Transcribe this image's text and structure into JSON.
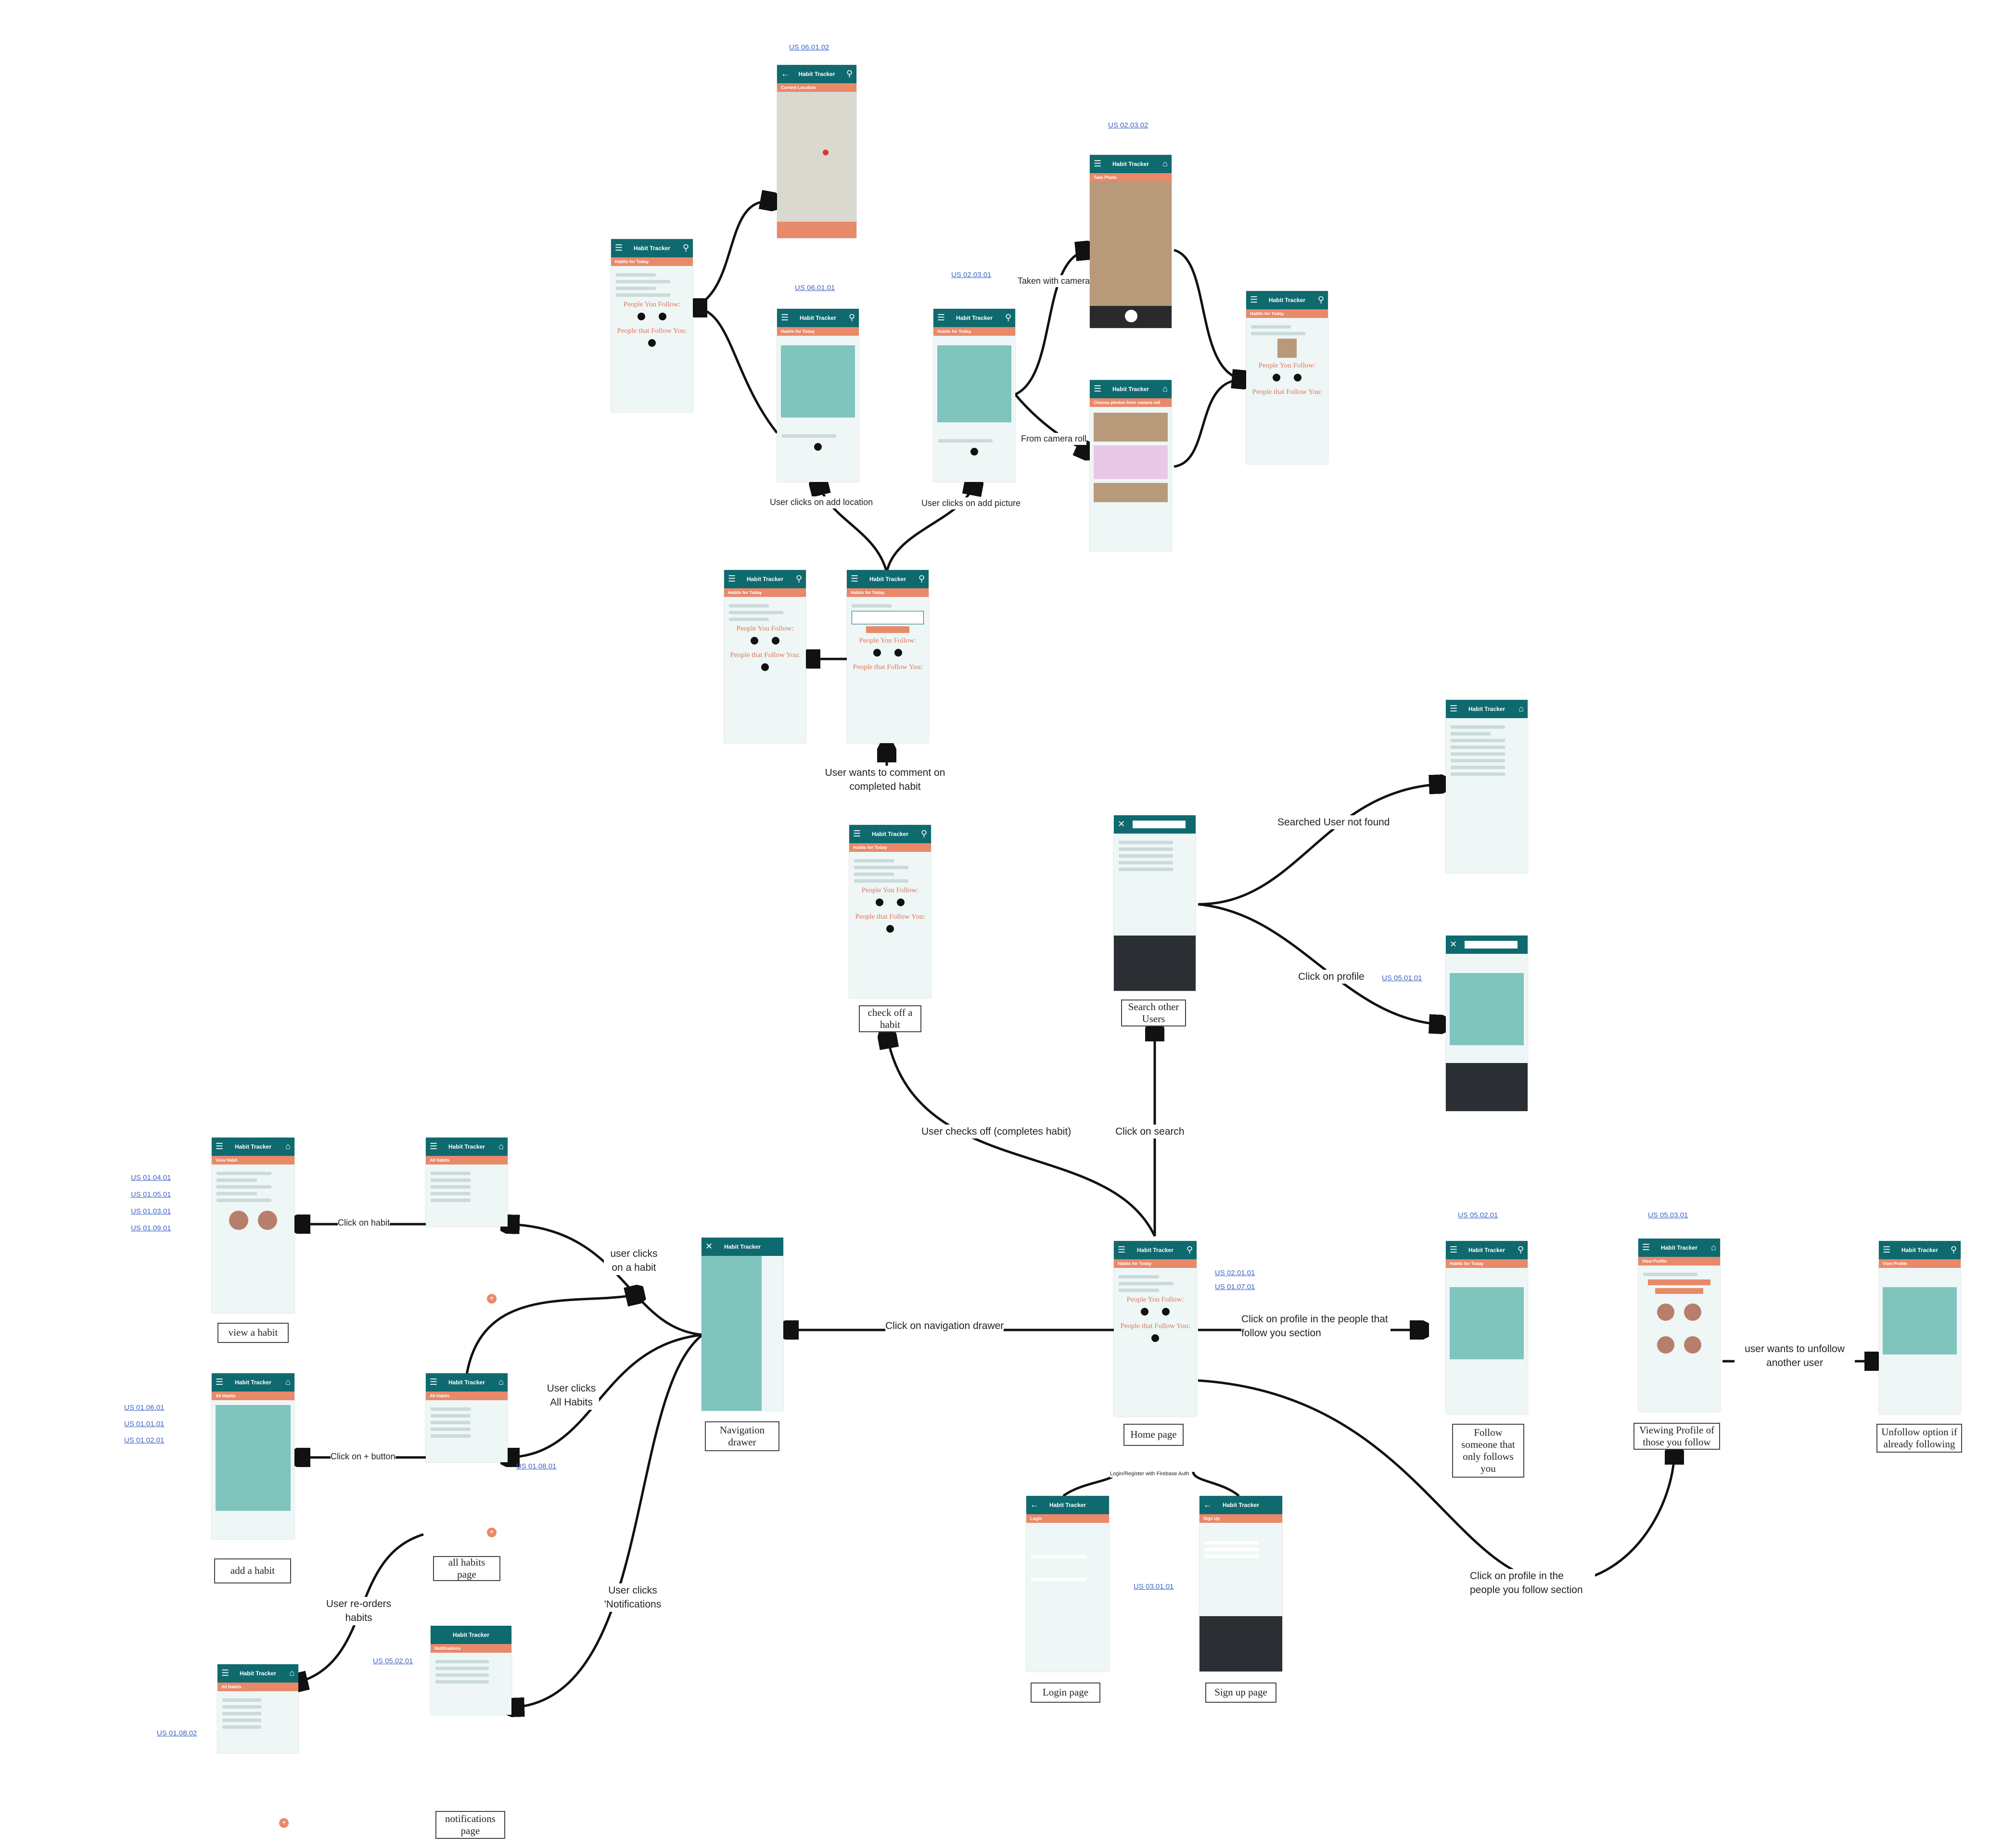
{
  "screens": {
    "app_title": "Habit Tracker",
    "sections": {
      "habits_for_today": "Habits for Today",
      "current_location": "Current Location",
      "take_photo": "Take Photo",
      "choose_photo": "Choose photos from camera roll",
      "view_habit": "View Habit",
      "all_habits": "All Habits",
      "notifications": "Notifications",
      "login": "Login",
      "sign_up": "Sign Up",
      "view_profile": "View Profile"
    },
    "people_you_follow": "People You Follow:",
    "people_that_follow_you": "People that Follow You:"
  },
  "labels": {
    "check_off": "check off a habit",
    "search_users": "Search other Users",
    "view_habit": "view a habit",
    "add_habit": "add a habit",
    "all_habits_page": "all habits page",
    "nav_drawer": "Navigation drawer",
    "home_page": "Home page",
    "notifications_page": "notifications page",
    "login_page": "Login page",
    "signup_page": "Sign up page",
    "follow_only": "Follow someone that only follows you",
    "viewing_profile": "Viewing Profile of those you follow",
    "unfollow_option": "Unfollow option if already following"
  },
  "flow_labels": {
    "add_location": "User clicks on add location",
    "add_picture": "User clicks on add picture",
    "taken_camera": "Taken with camera",
    "from_camera_roll": "From camera roll",
    "comment": "User wants to comment on completed habit",
    "checks_off": "User checks off (completes habit)",
    "click_search": "Click on search",
    "not_found": "Searched User not found",
    "click_profile": "Click on profile",
    "nav_drawer": "Click on navigation drawer",
    "click_habit": "Click on habit",
    "user_clicks_habit": "user clicks on a habit",
    "all_habits": "User clicks All Habits",
    "plus_button": "Click on + button",
    "reorder": "User re-orders habits",
    "notifications": "User clicks 'Notifications",
    "profile_follow_you": "Click on profile in the people that follow you section",
    "profile_you_follow": "Click on profile in the people you follow section",
    "unfollow": "user wants to unfollow another user",
    "login_register": "Login/Register with Firebase Auth"
  },
  "user_stories": {
    "us_060102": "US 06.01.02",
    "us_020302": "US 02.03.02",
    "us_060101": "US 06.01.01",
    "us_020301": "US 02.03.01",
    "us_050101": "US 05.01.01",
    "us_010401": "US 01.04.01",
    "us_010501": "US 01.05.01",
    "us_010301": "US 01.03.01",
    "us_010901": "US 01.09.01",
    "us_010601": "US 01.06.01",
    "us_010101": "US 01.01.01",
    "us_010201": "US 01.02.01",
    "us_010801": "US 01.08.01",
    "us_010802": "US 01.08.02",
    "us_050201_a": "US 05.02.01",
    "us_050201_b": "US 05.02.01",
    "us_050301": "US 05.03.01",
    "us_020101": "US 02.01.01",
    "us_010701": "US 01.07.01",
    "us_030101": "US 03.01.01"
  },
  "colors": {
    "header": "#0e6a6f",
    "accent": "#e8896a",
    "dialog": "#7fc4bd",
    "screen_bg": "#eef6f6"
  }
}
